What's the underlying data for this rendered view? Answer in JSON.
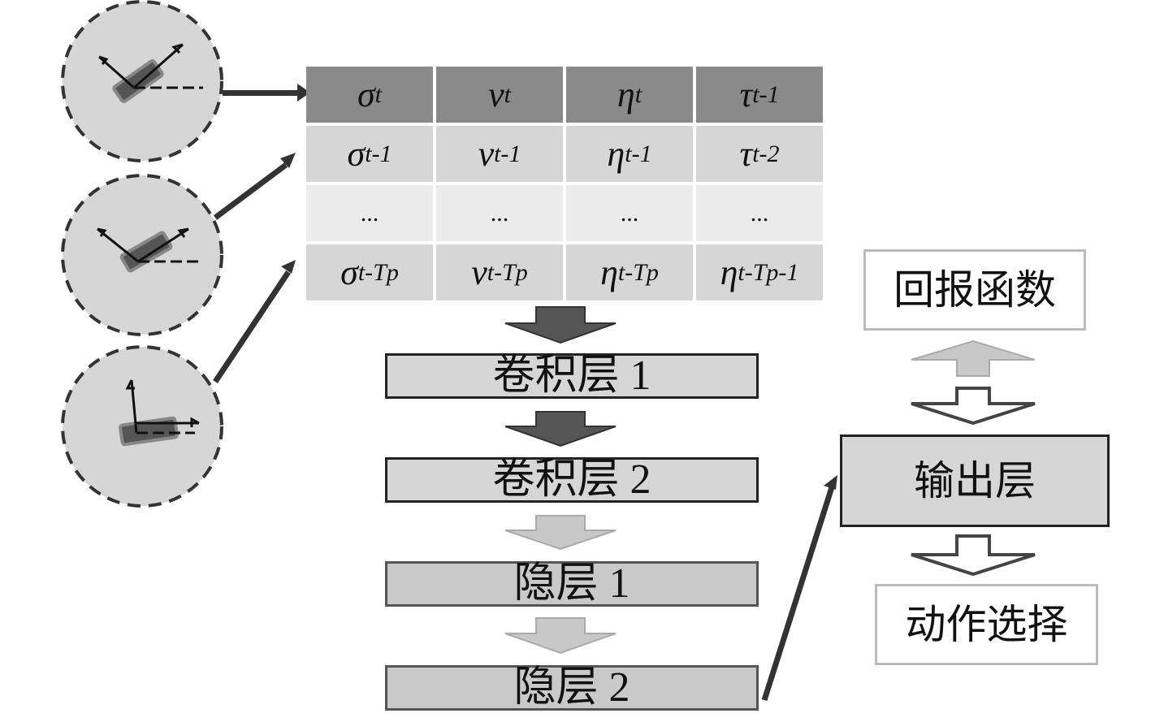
{
  "table": {
    "rows": [
      [
        "σ_t",
        "v_t",
        "η_t",
        "τ_t-1"
      ],
      [
        "σ_t-1",
        "v_t-1",
        "η_t-1",
        "τ_t-2"
      ],
      [
        "...",
        "...",
        "...",
        "..."
      ],
      [
        "σ_t-Tp",
        "v_t-Tp",
        "η_t-Tp",
        "η_t-Tp-1"
      ]
    ]
  },
  "layers": {
    "conv1": "卷积层 1",
    "conv2": "卷积层 2",
    "hidden1": "隐层 1",
    "hidden2": "隐层 2"
  },
  "right": {
    "reward": "回报函数",
    "output": "输出层",
    "action": "动作选择"
  }
}
